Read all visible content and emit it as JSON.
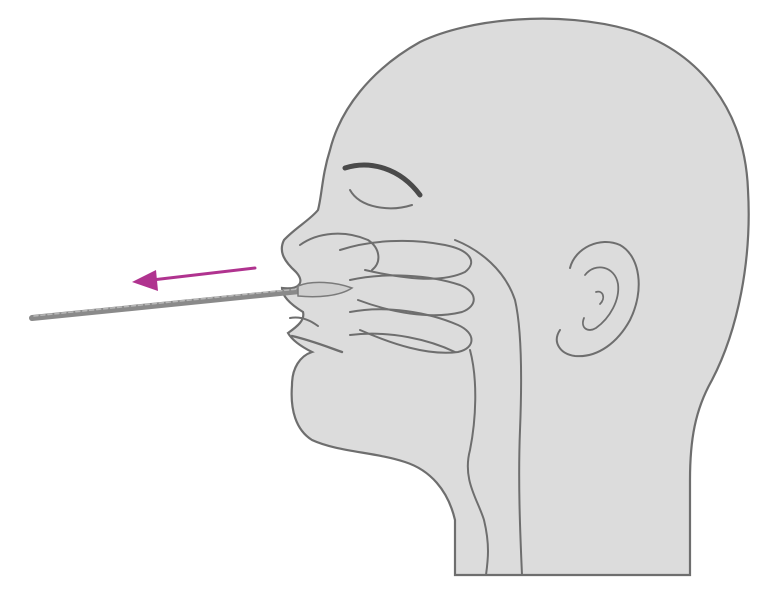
{
  "colors": {
    "background": "#ffffff",
    "head_fill": "#dcdcdc",
    "outline": "#6e6e6e",
    "eyebrow": "#4a4a4a",
    "swab": "#7a7a7a",
    "arrow": "#b0338f"
  },
  "figure": {
    "subject": "head-profile",
    "instrument": "nasal-swab",
    "arrow_direction": "left",
    "icons": {
      "arrow": "arrow-left-icon",
      "swab": "swab-icon"
    }
  }
}
